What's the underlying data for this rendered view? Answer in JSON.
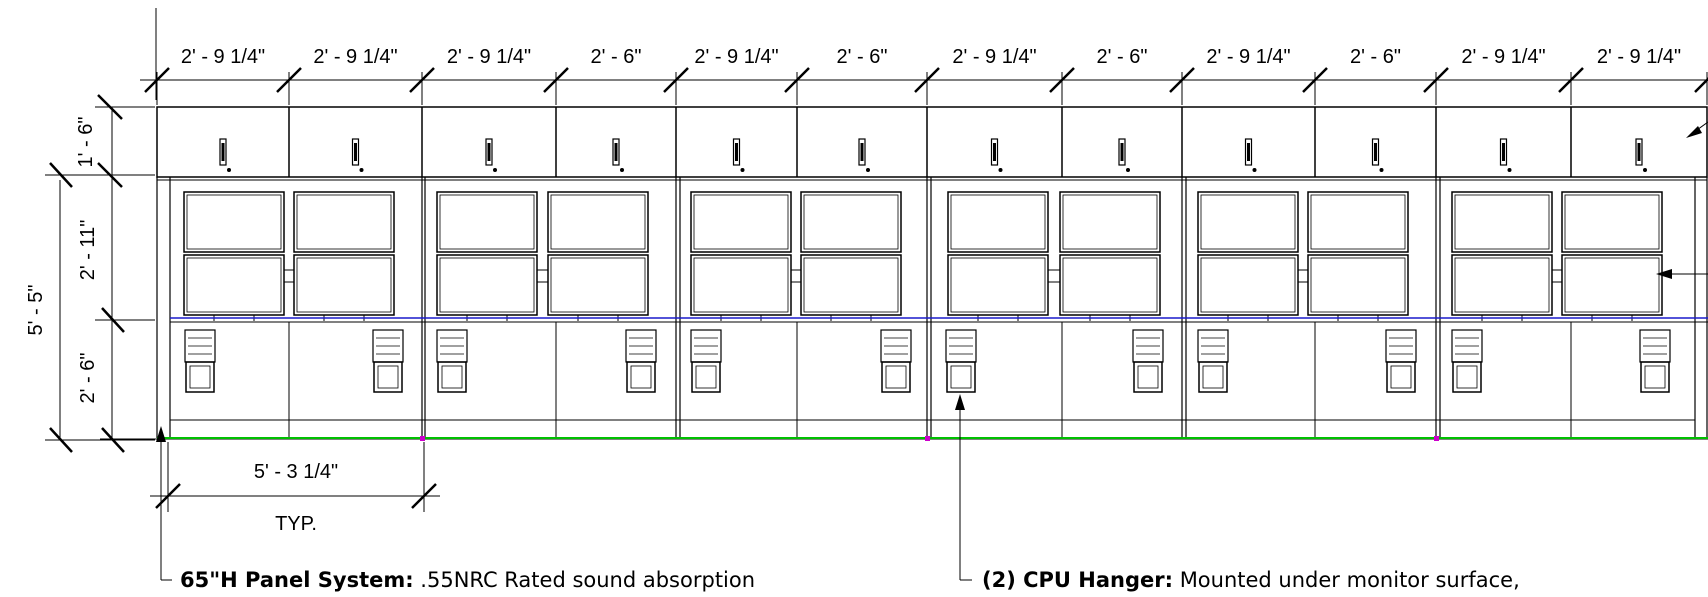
{
  "top_dimensions": [
    "2' - 9 1/4\"",
    "2' - 9 1/4\"",
    "2' - 9 1/4\"",
    "2' - 6\"",
    "2' - 9 1/4\"",
    "2' - 6\"",
    "2' - 9 1/4\"",
    "2' - 6\"",
    "2' - 9 1/4\"",
    "2' - 6\"",
    "2' - 9 1/4\"",
    "2' - 9 1/4\""
  ],
  "side_dimensions": {
    "overall": "5' - 5\"",
    "upper_cabinet": "1' - 6\"",
    "monitor_zone": "2' - 11\"",
    "desk_height": "2' - 6\""
  },
  "bottom_dimension": {
    "value": "5' - 3 1/4\"",
    "note": "TYP."
  },
  "callouts": [
    {
      "label": "65\"H Panel System:",
      "text": " .55NRC Rated sound absorption"
    },
    {
      "label": "(2) CPU Hanger:",
      "text": " Mounted under monitor surface,"
    }
  ],
  "colors": {
    "line": "#000000",
    "floor": "#00c000",
    "desk_edge": "#1a1acc",
    "joint": "#cc00cc"
  }
}
